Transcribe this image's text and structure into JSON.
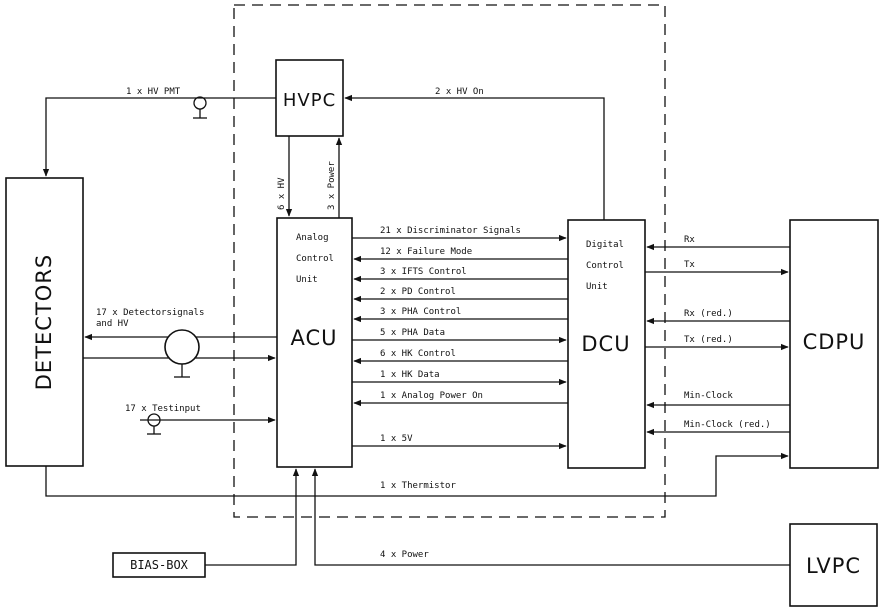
{
  "blocks": {
    "hvpc": "HVPC",
    "detectors": "DETECTORS",
    "acu": "ACU",
    "acu_sub1": "Analog",
    "acu_sub2": "Control",
    "acu_sub3": "Unit",
    "dcu": "DCU",
    "dcu_sub1": "Digital",
    "dcu_sub2": "Control",
    "dcu_sub3": "Unit",
    "cdpu": "CDPU",
    "lvpc": "LVPC",
    "bias_box": "BIAS-BOX"
  },
  "signals": {
    "hv_pmt": "1 x HV PMT",
    "hv_on": "2 x HV On",
    "hv": "6 x HV",
    "power3": "3 x Power",
    "det_signals_1": "17 x Detectorsignals",
    "det_signals_2": "and HV",
    "testinput": "17 x Testinput",
    "thermistor": "1 x Thermistor",
    "power4": "4 x Power",
    "acu_dcu": [
      "21 x Discriminator Signals",
      "12 x Failure Mode",
      "3 x IFTS Control",
      "2 x PD Control",
      "3 x PHA Control",
      "5 x PHA Data",
      "6 x HK Control",
      "1 x HK Data",
      "1 x Analog Power On",
      "1 x 5V"
    ],
    "dcu_cdpu": [
      "Rx",
      "Tx",
      "Rx (red.)",
      "Tx (red.)",
      "Min-Clock",
      "Min-Clock (red.)"
    ]
  }
}
